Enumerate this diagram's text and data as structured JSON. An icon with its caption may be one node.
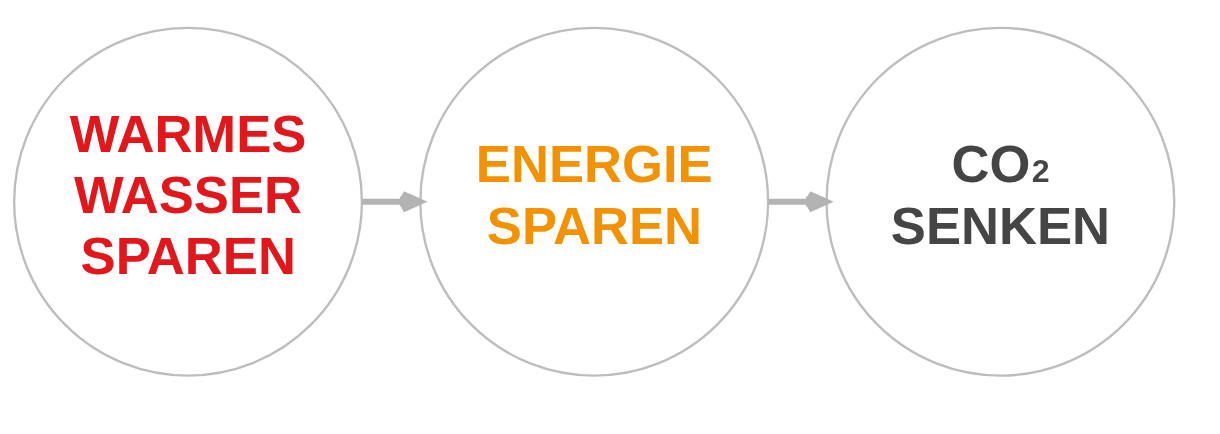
{
  "diagram": {
    "nodes": [
      {
        "text": [
          "WARMES WASSER SPAREN"
        ]
      },
      {
        "text": [
          "ENERGIE SPAREN"
        ]
      },
      {
        "text": [
          "CO$_{2}$ SENKEN"
        ]
      }
    ],
    "edges": [
      {
        "from": 0,
        "to": 1,
        "arrow": "to"
      },
      {
        "from": 1,
        "to": 2,
        "arrow": "to"
      }
    ]
  }
}
